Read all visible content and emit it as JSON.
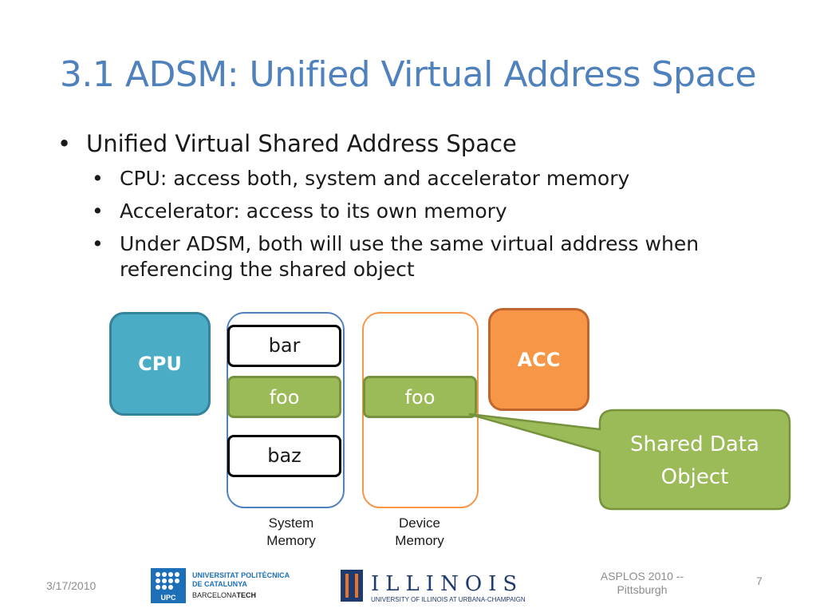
{
  "title": "3.1 ADSM: Unified Virtual Address Space",
  "bullets": {
    "main": "Unified Virtual Shared Address Space",
    "sub": [
      "CPU: access both, system and accelerator memory",
      "Accelerator: access to its own memory",
      "Under ADSM, both will use the same virtual address when referencing the shared object"
    ]
  },
  "diagram": {
    "cpu_label": "CPU",
    "acc_label": "ACC",
    "system_memory": {
      "items": [
        "bar",
        "foo",
        "baz"
      ],
      "caption_line1": "System",
      "caption_line2": "Memory"
    },
    "device_memory": {
      "items": [
        "foo"
      ],
      "caption_line1": "Device",
      "caption_line2": "Memory"
    },
    "callout_line1": "Shared Data",
    "callout_line2": "Object"
  },
  "footer": {
    "date": "3/17/2010",
    "conference_line1": "ASPLOS 2010 --",
    "conference_line2": "Pittsburgh",
    "page_number": "7",
    "logo_upc": {
      "line1": "UNIVERSITAT POLITÈCNICA",
      "line2": "DE CATALUNYA",
      "line3a": "BARCELONA",
      "line3b": "TECH",
      "mark": "UPC"
    },
    "logo_illinois": {
      "word": "ILLINOIS",
      "subtitle": "UNIVERSITY OF ILLINOIS AT URBANA-CHAMPAIGN"
    }
  },
  "colors": {
    "title": "#4f81bd",
    "cpu": "#4bacc6",
    "acc": "#f79646",
    "shared": "#9bbb59",
    "system_border": "#4f81bd",
    "device_border": "#f79646"
  }
}
